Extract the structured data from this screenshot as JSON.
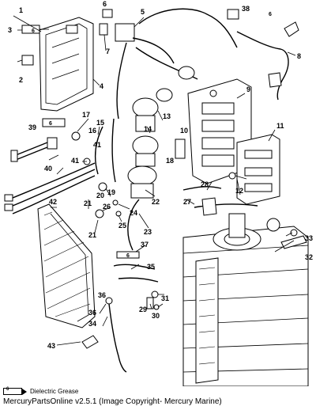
{
  "callouts": [
    "1",
    "2",
    "3",
    "4",
    "5",
    "6",
    "7",
    "8",
    "9",
    "10",
    "11",
    "12",
    "13",
    "14",
    "15",
    "16",
    "17",
    "18",
    "19",
    "20",
    "21",
    "21",
    "22",
    "23",
    "24",
    "25",
    "26",
    "27",
    "28",
    "29",
    "30",
    "31",
    "32",
    "33",
    "34",
    "35",
    "36",
    "36",
    "37",
    "38",
    "39",
    "40",
    "41",
    "41",
    "42",
    "43"
  ],
  "grease_badge": "6",
  "legend_text": "Dielectric Grease",
  "credit_text": "MercuryPartsOnline v2.5.1 (Image Copyright- Mercury Marine)"
}
